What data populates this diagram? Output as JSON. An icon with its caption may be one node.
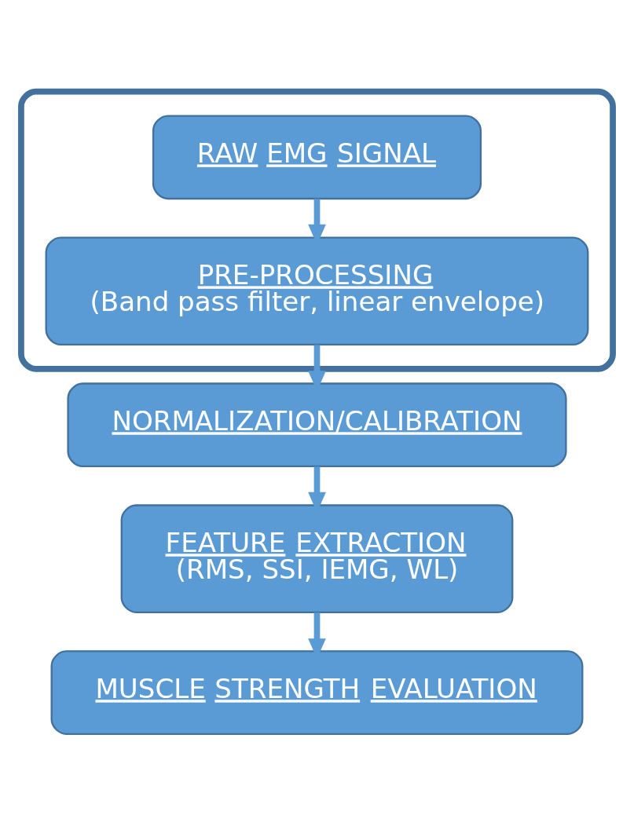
{
  "diagram": {
    "nodes": [
      {
        "text": [],
        "shape": "box"
      },
      {
        "text": [
          "RAW EMG SIGNAL"
        ],
        "in": 0
      },
      {
        "text": [
          "PRE-PROCESSING",
          "(Band pass filter, linear envelope)"
        ],
        "in": 0
      },
      {
        "text": [
          "NORMALIZATION/CALIBRATION"
        ]
      },
      {
        "text": [
          "FEATURE EXTRACTION",
          "(RMS, SSI, IEMG, WL)"
        ]
      },
      {
        "text": [
          "MUSCLE STRENGTH EVALUATION"
        ]
      }
    ],
    "edges": [
      {
        "from": 1,
        "to": 2,
        "arrow": "to"
      },
      {
        "from": 2,
        "to": 3,
        "arrow": "to"
      },
      {
        "from": 3,
        "to": 4,
        "arrow": "to"
      },
      {
        "from": 4,
        "to": 5,
        "arrow": "to"
      }
    ]
  }
}
